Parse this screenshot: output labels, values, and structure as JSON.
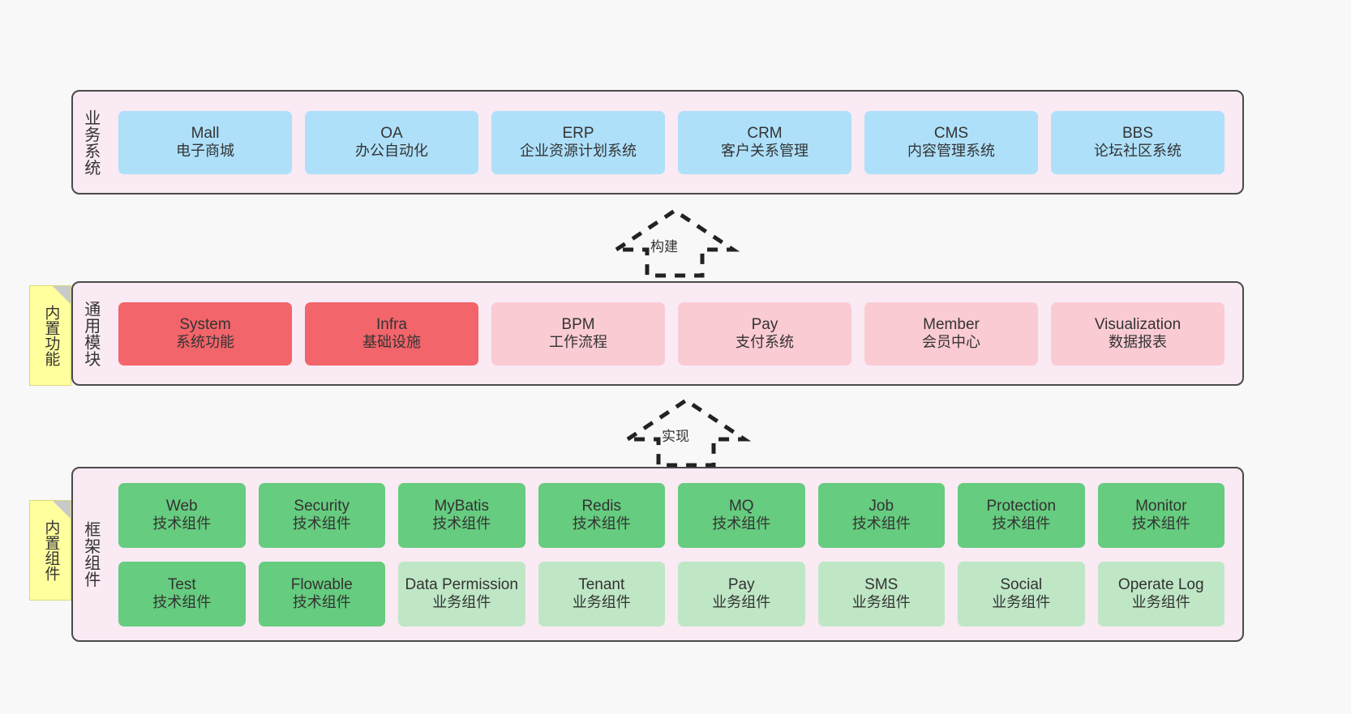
{
  "diagram": {
    "title": "ruoyi-vue-pro architecture layers",
    "colors": {
      "canvas_bg": "#f8f8f8",
      "layer_bg": "#f9eaf4",
      "layer_border": "#4a4a4a",
      "business_box": "#aee0fa",
      "core_module": "#f2656a",
      "module_box": "#fbcbd4",
      "tech_component": "#66cc7f",
      "biz_component": "#bfe7c6",
      "note_bg": "#ffff9e",
      "note_fold": "#c9c9c9"
    }
  },
  "layers": [
    {
      "id": "business",
      "title": "业务系统",
      "rows": [
        [
          {
            "en": "Mall",
            "cn": "电子商城"
          },
          {
            "en": "OA",
            "cn": "办公自动化"
          },
          {
            "en": "ERP",
            "cn": "企业资源计划系统"
          },
          {
            "en": "CRM",
            "cn": "客户关系管理"
          },
          {
            "en": "CMS",
            "cn": "内容管理系统"
          },
          {
            "en": "BBS",
            "cn": "论坛社区系统"
          }
        ]
      ]
    },
    {
      "id": "common",
      "title": "通用模块",
      "note": "内置功能",
      "rows": [
        [
          {
            "en": "System",
            "cn": "系统功能",
            "style": "c-red"
          },
          {
            "en": "Infra",
            "cn": "基础设施",
            "style": "c-red"
          },
          {
            "en": "BPM",
            "cn": "工作流程",
            "style": "c-pink"
          },
          {
            "en": "Pay",
            "cn": "支付系统",
            "style": "c-pink"
          },
          {
            "en": "Member",
            "cn": "会员中心",
            "style": "c-pink"
          },
          {
            "en": "Visualization",
            "cn": "数据报表",
            "style": "c-pink"
          }
        ]
      ]
    },
    {
      "id": "framework",
      "title": "框架组件",
      "note": "内置组件",
      "rows": [
        [
          {
            "en": "Web",
            "cn": "技术组件",
            "style": "c-green"
          },
          {
            "en": "Security",
            "cn": "技术组件",
            "style": "c-green"
          },
          {
            "en": "MyBatis",
            "cn": "技术组件",
            "style": "c-green"
          },
          {
            "en": "Redis",
            "cn": "技术组件",
            "style": "c-green"
          },
          {
            "en": "MQ",
            "cn": "技术组件",
            "style": "c-green"
          },
          {
            "en": "Job",
            "cn": "技术组件",
            "style": "c-green"
          },
          {
            "en": "Protection",
            "cn": "技术组件",
            "style": "c-green"
          },
          {
            "en": "Monitor",
            "cn": "技术组件",
            "style": "c-green"
          }
        ],
        [
          {
            "en": "Test",
            "cn": "技术组件",
            "style": "c-green"
          },
          {
            "en": "Flowable",
            "cn": "技术组件",
            "style": "c-green"
          },
          {
            "en": "Data Permission",
            "cn": "业务组件",
            "style": "c-lgreen"
          },
          {
            "en": "Tenant",
            "cn": "业务组件",
            "style": "c-lgreen"
          },
          {
            "en": "Pay",
            "cn": "业务组件",
            "style": "c-lgreen"
          },
          {
            "en": "SMS",
            "cn": "业务组件",
            "style": "c-lgreen"
          },
          {
            "en": "Social",
            "cn": "业务组件",
            "style": "c-lgreen"
          },
          {
            "en": "Operate Log",
            "cn": "业务组件",
            "style": "c-lgreen"
          }
        ]
      ]
    }
  ],
  "connectors": [
    {
      "id": "build",
      "label": "构建",
      "from": "common",
      "to": "business",
      "style": "dashed-hollow-arrow-up"
    },
    {
      "id": "implement",
      "label": "实现",
      "from": "framework",
      "to": "common",
      "style": "dashed-hollow-arrow-up"
    }
  ]
}
